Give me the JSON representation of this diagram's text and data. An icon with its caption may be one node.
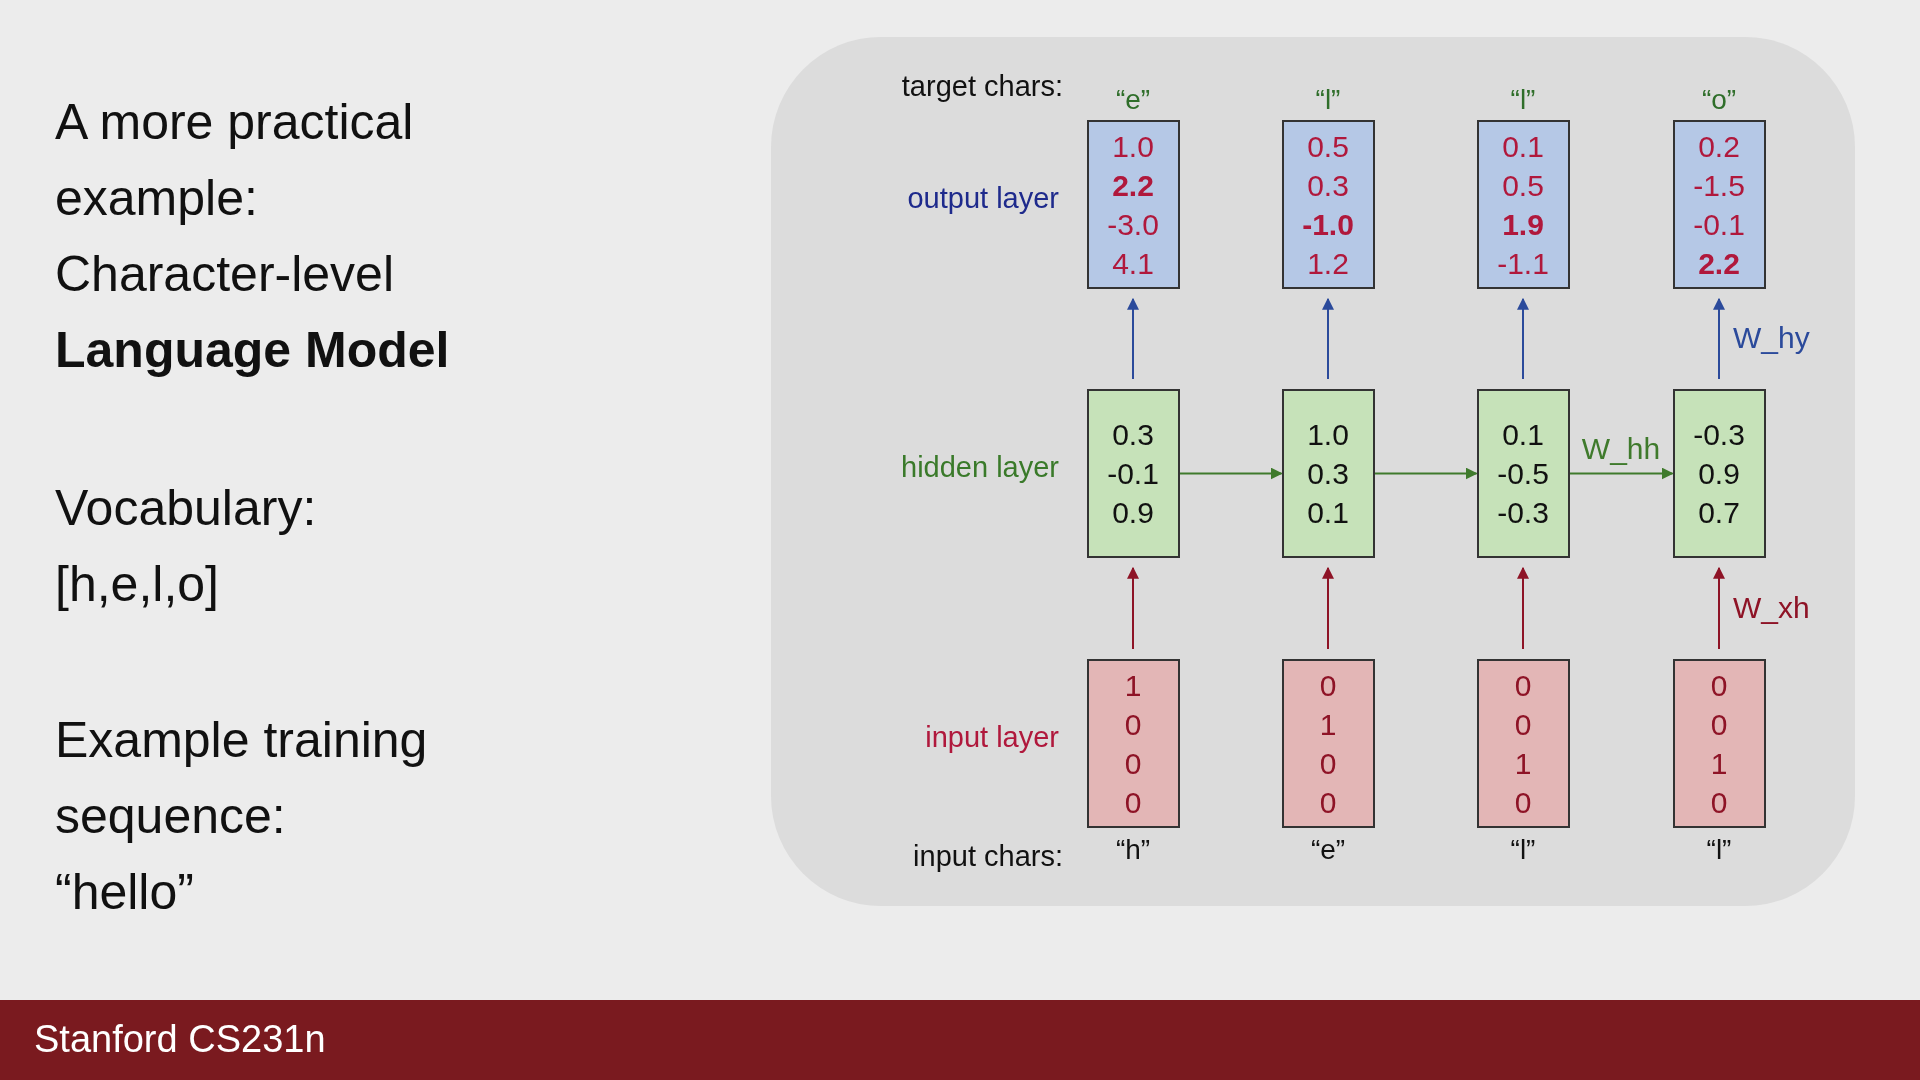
{
  "diagram": {
    "title": "A more practical example: Character-level **Language Model**",
    "nodes": [
      {
        "text": [
          "1.0",
          "**2.2**",
          "-3.0",
          "4.1"
        ],
        "beside": [
          "“e”"
        ]
      },
      {
        "text": [
          "0.5",
          "0.3",
          "**-1.0**",
          "1.2"
        ],
        "beside": [
          "“l”"
        ]
      },
      {
        "text": [
          "0.1",
          "0.5",
          "**1.9**",
          "-1.1"
        ],
        "beside": [
          "“l”"
        ]
      },
      {
        "text": [
          "0.2",
          "-1.5",
          "-0.1",
          "**2.2**"
        ],
        "beside": [
          "“o”"
        ]
      },
      {
        "text": [
          "0.3",
          "-0.1",
          "0.9"
        ]
      },
      {
        "text": [
          "1.0",
          "0.3",
          "0.1"
        ]
      },
      {
        "text": [
          "0.1",
          "-0.5",
          "-0.3"
        ]
      },
      {
        "text": [
          "-0.3",
          "0.9",
          "0.7"
        ]
      },
      {
        "text": [
          "1",
          "0",
          "0",
          "0"
        ],
        "beside": [
          "“h”"
        ]
      },
      {
        "text": [
          "0",
          "1",
          "0",
          "0"
        ],
        "beside": [
          "“e”"
        ]
      },
      {
        "text": [
          "0",
          "0",
          "1",
          "0"
        ],
        "beside": [
          "“l”"
        ]
      },
      {
        "text": [
          "0",
          "0",
          "1",
          "0"
        ],
        "beside": [
          "“l”"
        ]
      }
    ],
    "edges": [
      {
        "from": 4,
        "to": 0,
        "arrow": "to",
        "color": "#2b4a9b"
      },
      {
        "from": 5,
        "to": 1,
        "arrow": "to",
        "color": "#2b4a9b"
      },
      {
        "from": 6,
        "to": 2,
        "arrow": "to",
        "color": "#2b4a9b"
      },
      {
        "from": 7,
        "to": 3,
        "arrow": "to",
        "color": "#2b4a9b",
        "label": "W_hy"
      },
      {
        "from": 4,
        "to": 5,
        "arrow": "to",
        "color": "#3f7a2c"
      },
      {
        "from": 5,
        "to": 6,
        "arrow": "to",
        "color": "#3f7a2c"
      },
      {
        "from": 6,
        "to": 7,
        "arrow": "to",
        "color": "#3f7a2c",
        "label": "W_hh"
      },
      {
        "from": 8,
        "to": 4,
        "arrow": "to",
        "color": "#8e1326"
      },
      {
        "from": 9,
        "to": 5,
        "arrow": "to",
        "color": "#8e1326"
      },
      {
        "from": 10,
        "to": 6,
        "arrow": "to",
        "color": "#8e1326"
      },
      {
        "from": 11,
        "to": 7,
        "arrow": "to",
        "color": "#8e1326",
        "label": "W_xh"
      }
    ],
    "labels": [
      "target chars:",
      "output layer",
      "hidden layer",
      "input layer",
      "input chars:",
      "Vocabulary: [h,e,l,o]",
      "Example training sequence: “hello”",
      "Stanford CS231n"
    ]
  }
}
